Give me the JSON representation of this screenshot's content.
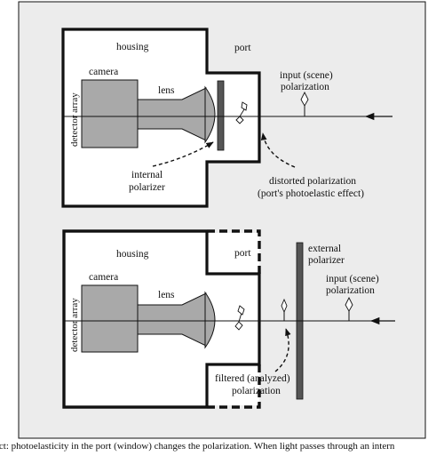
{
  "top_panel": {
    "housing_label": "housing",
    "port_label": "port",
    "camera_label": "camera",
    "lens_label": "lens",
    "detector_label": "detector array",
    "input_label_line1": "input (scene)",
    "input_label_line2": "polarization",
    "internal_label_line1": "internal",
    "internal_label_line2": "polarizer",
    "distorted_label_line1": "distorted polarization",
    "distorted_label_line2": "(port's photoelastic effect)"
  },
  "bottom_panel": {
    "housing_label": "housing",
    "port_label": "port",
    "camera_label": "camera",
    "lens_label": "lens",
    "detector_label": "detector array",
    "external_label_line1": "external",
    "external_label_line2": "polarizer",
    "input_label_line1": "input (scene)",
    "input_label_line2": "polarization",
    "filtered_label_line1": "filtered (analyzed)",
    "filtered_label_line2": "polarization"
  },
  "caption": "effect: photoelasticity in the port (window) changes the polarization. When light passes through an intern",
  "colors": {
    "panel_background": "#ececec",
    "housing_fill": "#ffffff",
    "component_fill": "#a9a9a9",
    "polarizer_fill": "#555555",
    "line": "#111111"
  }
}
